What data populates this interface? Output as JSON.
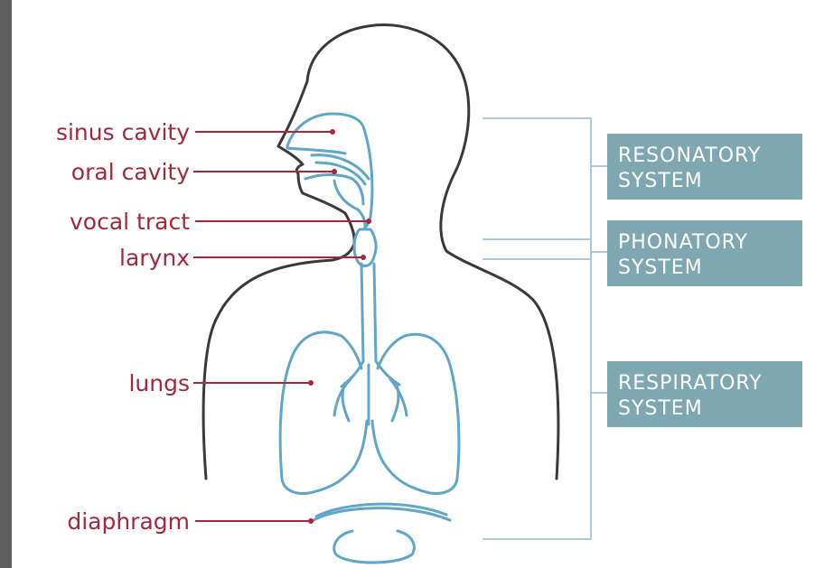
{
  "colors": {
    "label": "#a3283c",
    "organ_outline": "#5fa6c8",
    "body_outline": "#3a3a3a",
    "system_box": "#7fa7b1",
    "bracket": "#aacbd3",
    "frame_background": "#5e5e5e"
  },
  "labels": {
    "sinus_cavity": "sinus cavity",
    "oral_cavity": "oral cavity",
    "vocal_tract": "vocal tract",
    "larynx": "larynx",
    "lungs": "lungs",
    "diaphragm": "diaphragm"
  },
  "systems": {
    "resonatory": {
      "line1": "RESONATORY",
      "line2": "SYSTEM"
    },
    "phonatory": {
      "line1": "PHONATORY",
      "line2": "SYSTEM"
    },
    "respiratory": {
      "line1": "RESPIRATORY",
      "line2": "SYSTEM"
    }
  }
}
